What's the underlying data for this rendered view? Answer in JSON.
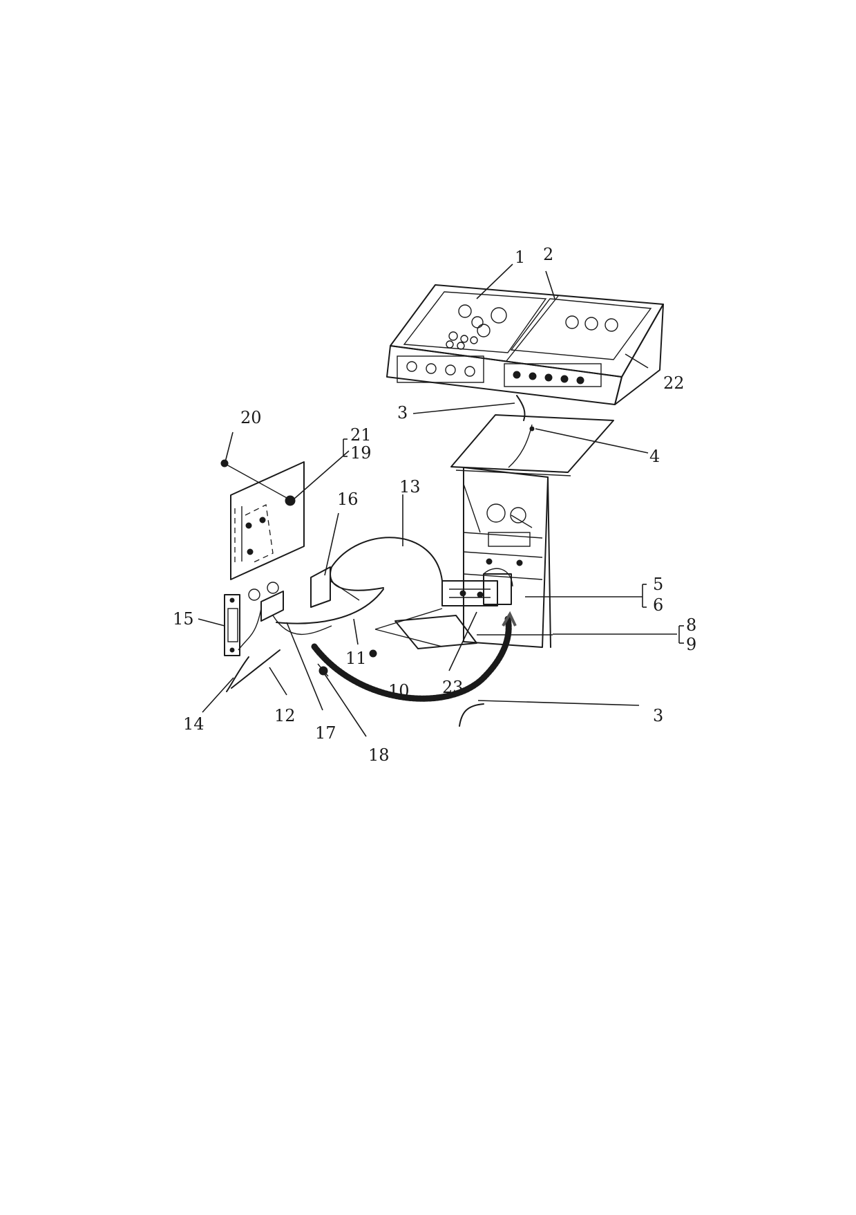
{
  "callouts": {
    "c1": "1",
    "c2": "2",
    "c3a": "3",
    "c3b": "3",
    "c4": "4",
    "c5": "5",
    "c6": "6",
    "c8": "8",
    "c9": "9",
    "c10": "10",
    "c11": "11",
    "c12": "12",
    "c13": "13",
    "c14": "14",
    "c15": "15",
    "c16": "16",
    "c17": "17",
    "c18": "18",
    "c19": "19",
    "c20": "20",
    "c21": "21",
    "c22": "22",
    "c23": "23"
  }
}
